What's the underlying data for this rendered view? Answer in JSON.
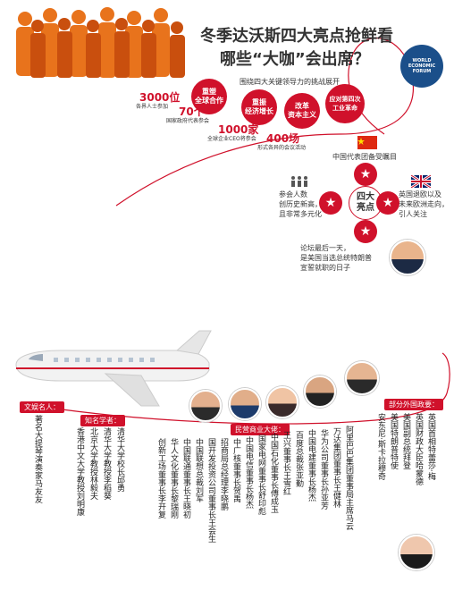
{
  "header": {
    "title_line1": "冬季达沃斯四大亮点抢鲜看",
    "title_line2": "哪些“大咖”会出席？",
    "subtitle": "围绕四大关键领导力的挑战展开",
    "logo": {
      "line1": "WORLD",
      "line2": "ECONOMIC",
      "line3": "FORUM"
    }
  },
  "themes": [
    {
      "label": "重塑\n全球合作"
    },
    {
      "label": "重振\n经济增长"
    },
    {
      "label": "改革\n资本主义"
    },
    {
      "label": "应对第四次\n工业革命"
    }
  ],
  "stats": [
    {
      "value": "3000位",
      "desc": "各界人士参加"
    },
    {
      "value": "70个",
      "desc": "国家政府代表参会"
    },
    {
      "value": "1000家",
      "desc": "全球企业CEO将参会"
    },
    {
      "value": "400场",
      "desc": "形式各异的会议活动"
    }
  ],
  "highlights": {
    "center": "四大\n亮点",
    "items": [
      {
        "text": "中国代表团备受瞩目"
      },
      {
        "text": "参会人数\n创历史新高，\n且非常多元化"
      },
      {
        "text": "英国退欧以及\n未来欧洲走向，\n引人关注"
      },
      {
        "text": "论坛最后一天，\n是美国当选总统特朗普\n宣誓就职的日子"
      }
    ]
  },
  "groups": {
    "entertainment": {
      "tag": "文娱名人：",
      "columns": [
        "著名大提琴演奏家马友友"
      ]
    },
    "scholars": {
      "tag": "知名学者：",
      "columns": [
        "清华大学校长邱勇",
        "清华大学教授李稻葵",
        "北京大学教授林毅夫",
        "香港中文大学教授刘明康"
      ]
    },
    "business": {
      "tag": "民营商业大佬：",
      "columns": [
        "阿里巴巴集团董事局主席马云",
        "万达集团董事长王健林",
        "华为公司董事长孙亚芳",
        "中国电建董事长杨杰",
        "百度总裁张亚勤",
        "王兴董事长王雪红",
        "中国石化董事长傅成玉",
        "国家电网董事长舒印彪",
        "中国电信董事长杨杰",
        "中广核董事长贺禹",
        "招商局总经理李晓鹏",
        "国开发投资公司董事长王会生",
        "中国联想总裁刘军",
        "中国联通董事长王晓初",
        "华人文化董事长黎瑞刚",
        "创新工场董事长李开复"
      ]
    },
    "foreign": {
      "tag": "部分外国政要：",
      "columns": [
        "英国首相特蕾莎·梅",
        "英国财政大臣哈蒙德",
        "美国副总统拜登",
        "美国特朗普特使",
        "安东尼·斯卡拉穆奇"
      ]
    }
  }
}
